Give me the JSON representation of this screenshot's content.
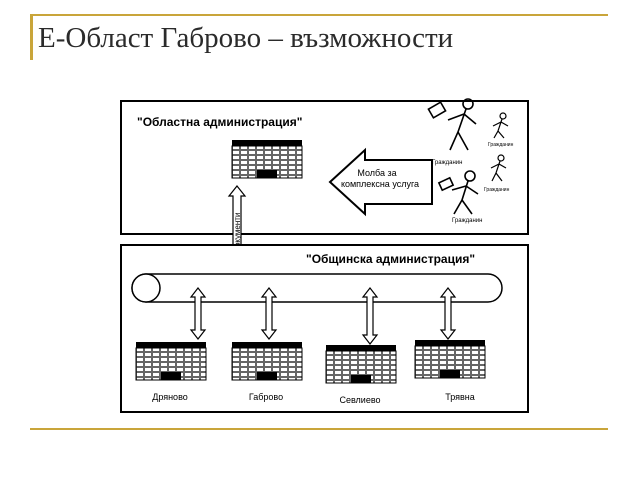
{
  "slide": {
    "title": "Е-Област Габрово – възможности"
  },
  "regional": {
    "label": "\"Областна администрация\"",
    "request_line1": "Молба за",
    "request_line2": "комплексна услуга",
    "exchange_label": "Обмен на документи"
  },
  "citizens": [
    "Гражданин",
    "Гражданин",
    "Гражданин",
    "Гражданин"
  ],
  "municipal": {
    "label": "\"Общинска администрация\"",
    "towns": [
      "Дряново",
      "Габрово",
      "Севлиево",
      "Трявна"
    ]
  }
}
